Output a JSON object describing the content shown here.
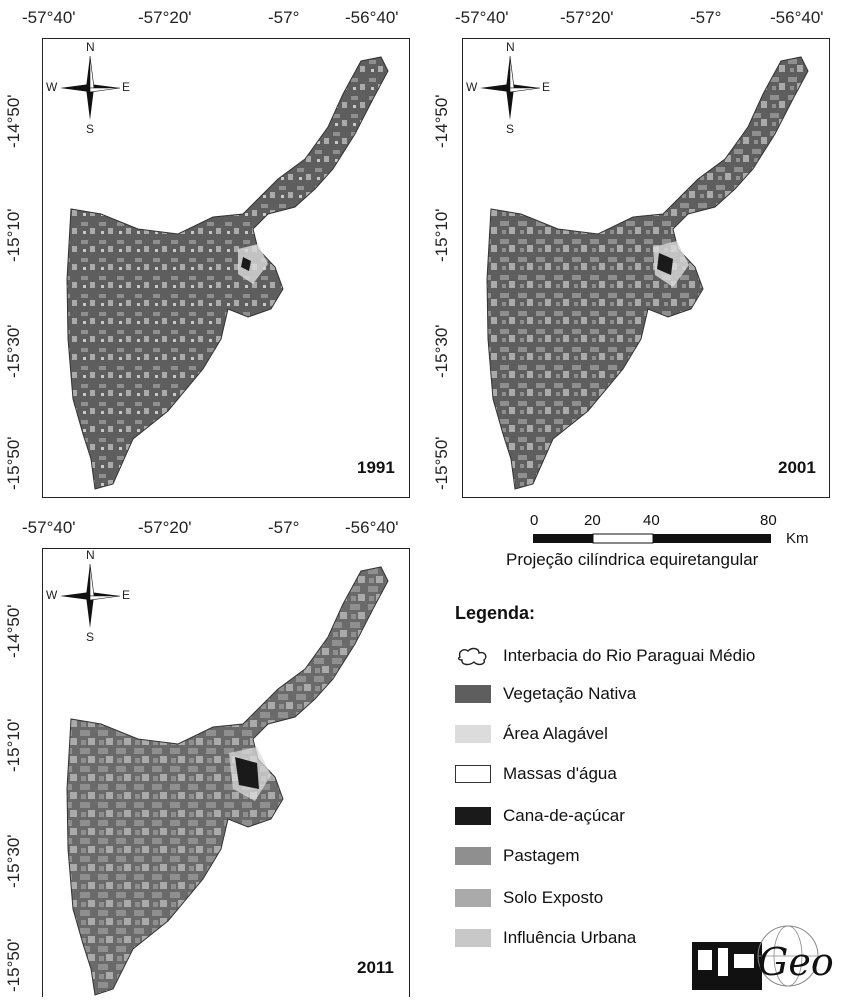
{
  "panels": [
    {
      "year": "1991",
      "x_ticks": [
        "-57°40'",
        "-57°20'",
        "-57°",
        "-56°40'"
      ],
      "y_ticks": [
        "-14°50'",
        "-15°10'",
        "-15°30'",
        "-15°50'"
      ]
    },
    {
      "year": "2001",
      "x_ticks": [
        "-57°40'",
        "-57°20'",
        "-57°",
        "-56°40'"
      ],
      "y_ticks": [
        "-14°50'",
        "-15°10'",
        "-15°30'",
        "-15°50'"
      ]
    },
    {
      "year": "2011",
      "x_ticks": [
        "-57°40'",
        "-57°20'",
        "-57°",
        "-56°40'"
      ],
      "y_ticks": [
        "-14°50'",
        "-15°10'",
        "-15°30'",
        "-15°50'"
      ]
    }
  ],
  "compass": {
    "n": "N",
    "s": "S",
    "e": "E",
    "w": "W"
  },
  "scale_bar": {
    "labels": [
      "0",
      "20",
      "40",
      "80"
    ],
    "unit": "Km",
    "projection": "Projeção cilíndrica equiretangular"
  },
  "legend": {
    "title": "Legenda:",
    "items": [
      {
        "label": "Interbacia do Rio Paraguai Médio",
        "color": "#ffffff",
        "kind": "outline"
      },
      {
        "label": "Vegetação Nativa",
        "color": "#5e5e5e",
        "kind": "fill"
      },
      {
        "label": "Área Alagável",
        "color": "#dcdcdc",
        "kind": "fill"
      },
      {
        "label": "Massas d'água",
        "color": "#ffffff",
        "kind": "fill"
      },
      {
        "label": "Cana-de-açúcar",
        "color": "#1a1a1a",
        "kind": "fill"
      },
      {
        "label": "Pastagem",
        "color": "#8f8f8f",
        "kind": "fill"
      },
      {
        "label": "Solo Exposto",
        "color": "#aaaaaa",
        "kind": "fill"
      },
      {
        "label": "Influência Urbana",
        "color": "#c8c8c8",
        "kind": "fill"
      }
    ]
  },
  "logo": {
    "text": "Geo"
  }
}
